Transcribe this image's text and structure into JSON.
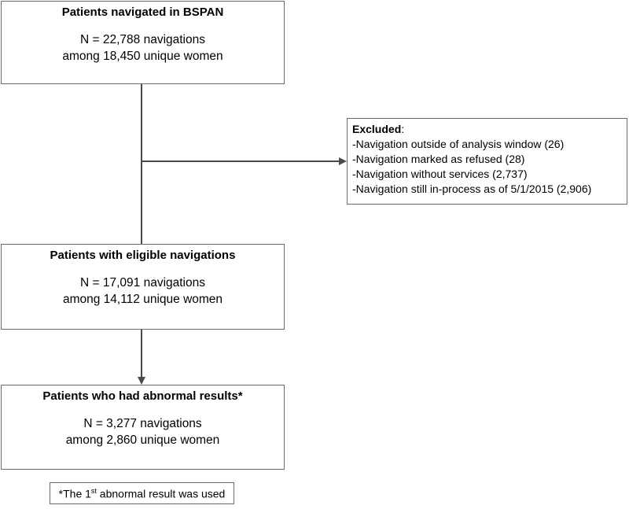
{
  "boxes": {
    "navigated": {
      "title": "Patients navigated in BSPAN",
      "line1": "N = 22,788 navigations",
      "line2": "among 18,450 unique women"
    },
    "eligible": {
      "title": "Patients with eligible navigations",
      "line1": "N = 17,091 navigations",
      "line2": "among 14,112 unique women"
    },
    "abnormal": {
      "title": "Patients who had abnormal results*",
      "line1": "N = 3,277 navigations",
      "line2": "among 2,860 unique women"
    }
  },
  "excluded": {
    "heading": "Excluded",
    "heading_suffix": ":",
    "items": [
      "-Navigation outside of analysis window (26)",
      "-Navigation marked as refused (28)",
      "-Navigation without services (2,737)",
      "-Navigation still in-process as of 5/1/2015 (2,906)"
    ]
  },
  "footnote": {
    "prefix": "*The 1",
    "superscript": "st",
    "suffix": " abnormal result was used"
  },
  "colors": {
    "border": "#6b6b6b",
    "arrow": "#4a4a4a"
  }
}
